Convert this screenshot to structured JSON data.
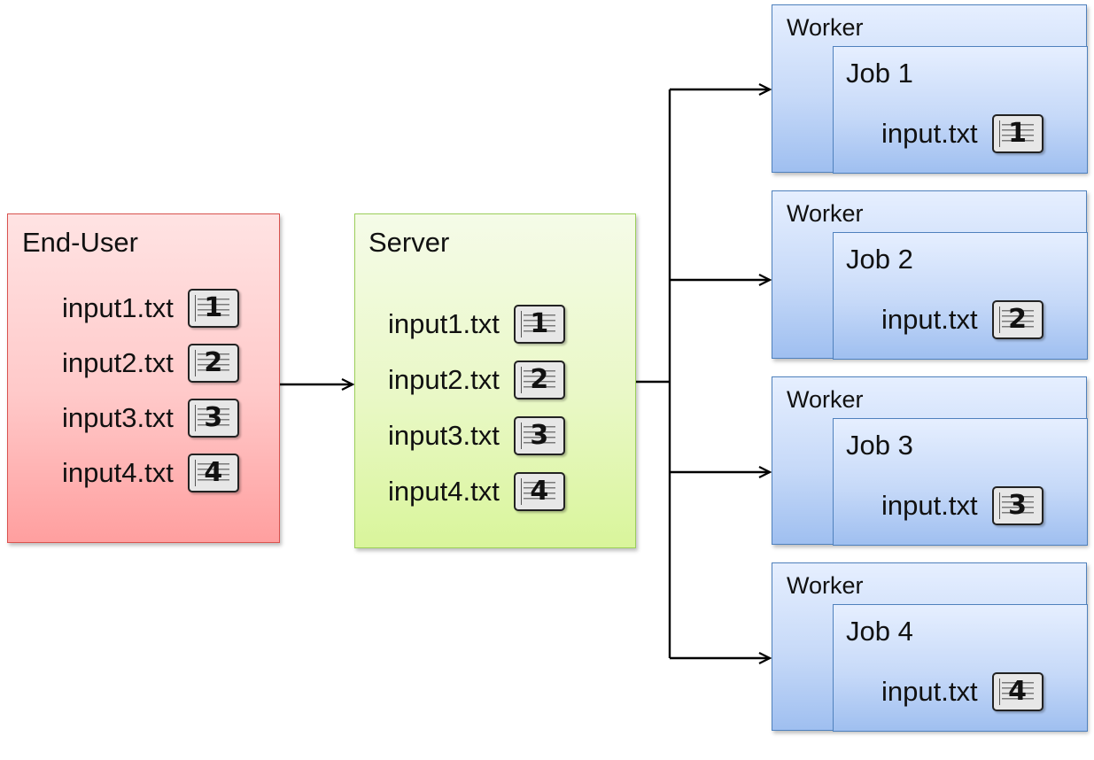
{
  "end_user": {
    "title": "End-User",
    "files": [
      {
        "name": "input1.txt",
        "num": "1"
      },
      {
        "name": "input2.txt",
        "num": "2"
      },
      {
        "name": "input3.txt",
        "num": "3"
      },
      {
        "name": "input4.txt",
        "num": "4"
      }
    ]
  },
  "server": {
    "title": "Server",
    "files": [
      {
        "name": "input1.txt",
        "num": "1"
      },
      {
        "name": "input2.txt",
        "num": "2"
      },
      {
        "name": "input3.txt",
        "num": "3"
      },
      {
        "name": "input4.txt",
        "num": "4"
      }
    ]
  },
  "workers": [
    {
      "title": "Worker",
      "job": "Job 1",
      "file": "input.txt",
      "num": "1"
    },
    {
      "title": "Worker",
      "job": "Job 2",
      "file": "input.txt",
      "num": "2"
    },
    {
      "title": "Worker",
      "job": "Job 3",
      "file": "input.txt",
      "num": "3"
    },
    {
      "title": "Worker",
      "job": "Job 4",
      "file": "input.txt",
      "num": "4"
    }
  ],
  "colors": {
    "end_user_fill": "#ffc9c9",
    "end_user_border": "#d9534f",
    "server_fill": "#e9f8c6",
    "server_border": "#9ccf5a",
    "worker_fill": "#c6d9f8",
    "worker_border": "#4f81bd"
  },
  "icons": {
    "file": "document-icon"
  }
}
